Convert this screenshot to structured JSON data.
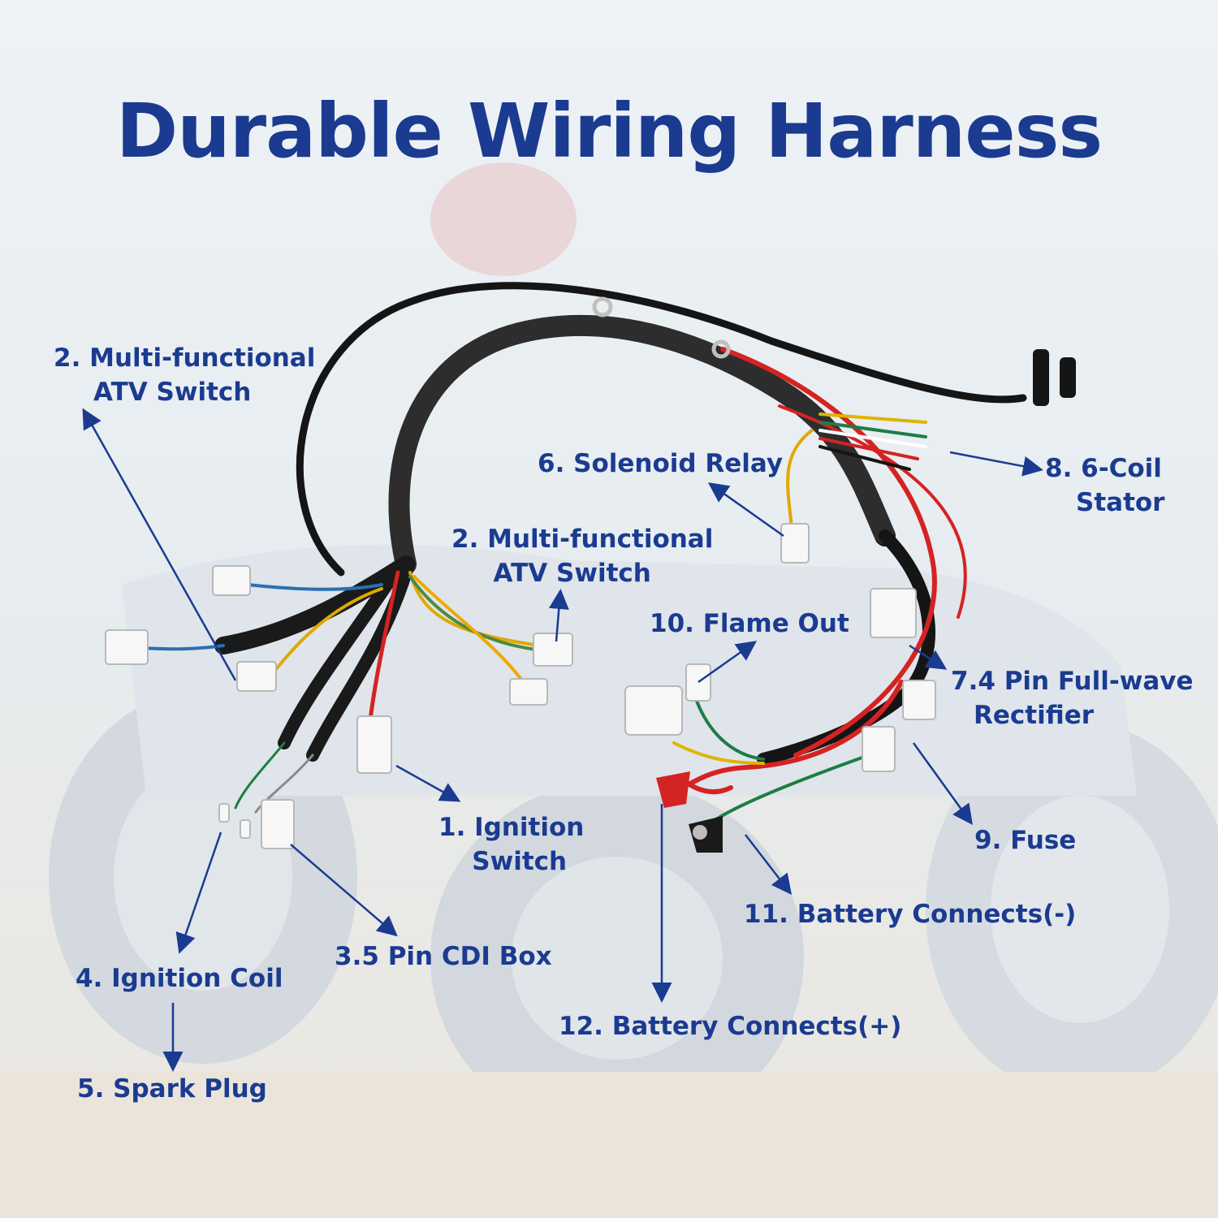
{
  "title": "Durable Wiring Harness",
  "accent_color": "#1b3b91",
  "labels": {
    "switch_left": [
      "2. Multi-functional",
      "ATV Switch"
    ],
    "switch_center": [
      "2. Multi-functional",
      "ATV Switch"
    ],
    "solenoid": "6. Solenoid Relay",
    "stator": [
      "8. 6-Coil",
      "Stator"
    ],
    "flame_out": "10. Flame Out",
    "rectifier": [
      "7.4 Pin Full-wave",
      "Rectifier"
    ],
    "ignition_switch": [
      "1. Ignition",
      "Switch"
    ],
    "fuse": "9. Fuse",
    "battery_neg": "11. Battery Connects(-)",
    "cdi": "3.5 Pin CDI Box",
    "ignition_coil": "4. Ignition Coil",
    "battery_pos": "12. Battery Connects(+)",
    "spark_plug": "5. Spark Plug"
  }
}
